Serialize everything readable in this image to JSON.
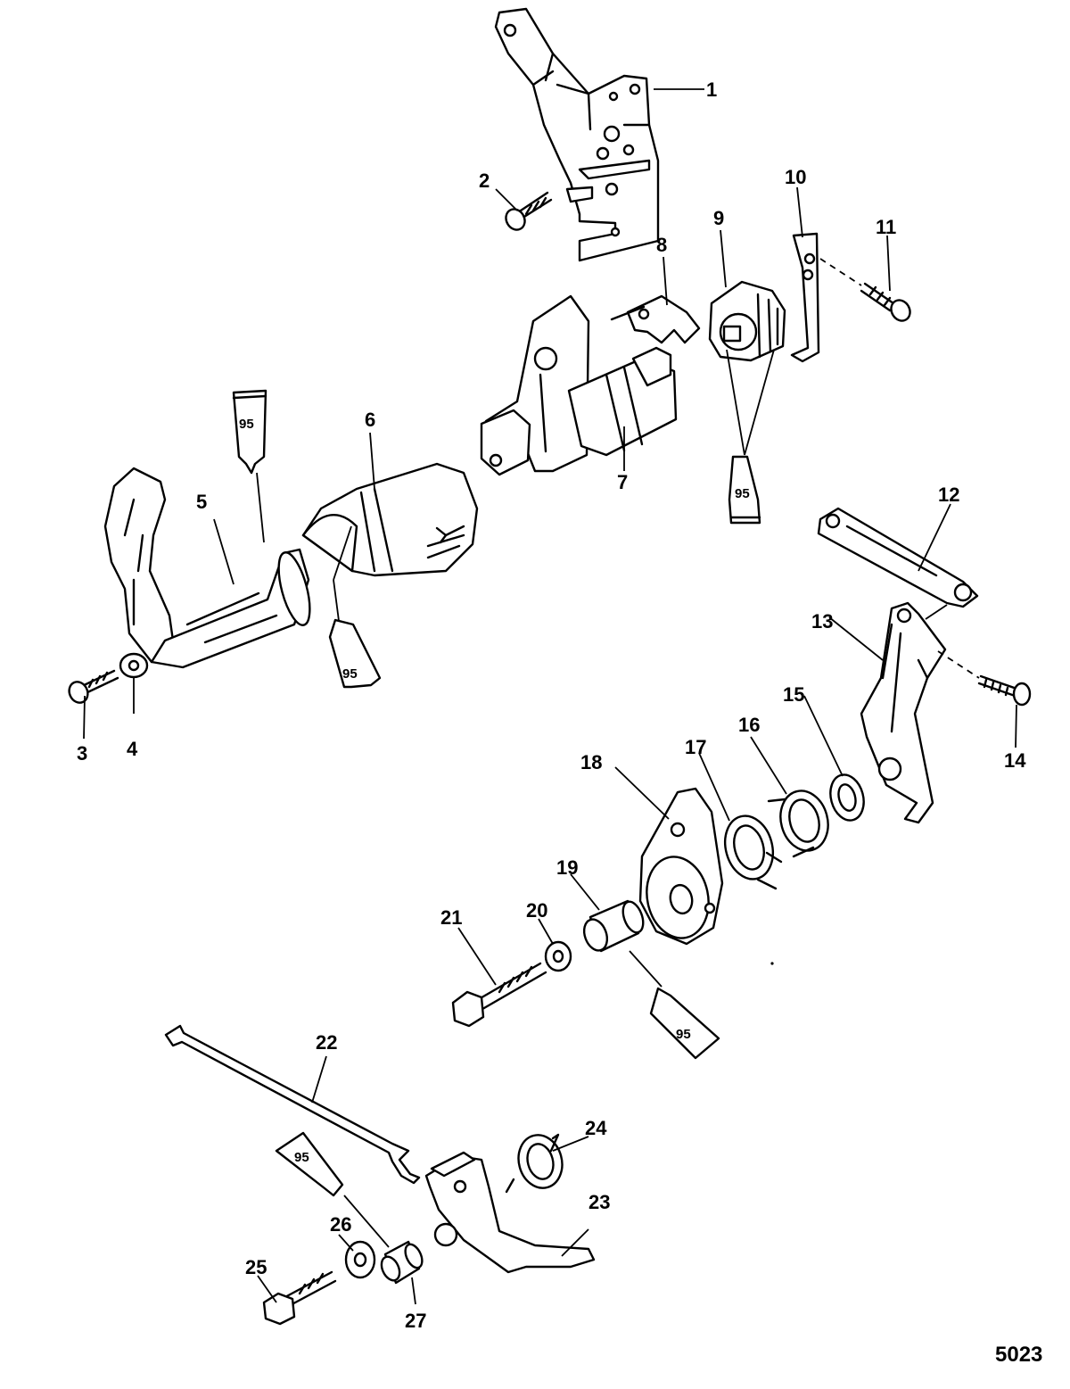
{
  "diagram": {
    "figure_number": "5023",
    "lubricant_label": "95",
    "callouts": [
      "1",
      "2",
      "3",
      "4",
      "5",
      "6",
      "7",
      "8",
      "9",
      "10",
      "11",
      "12",
      "13",
      "14",
      "15",
      "16",
      "17",
      "18",
      "19",
      "20",
      "21",
      "22",
      "23",
      "24",
      "25",
      "26",
      "27"
    ]
  }
}
